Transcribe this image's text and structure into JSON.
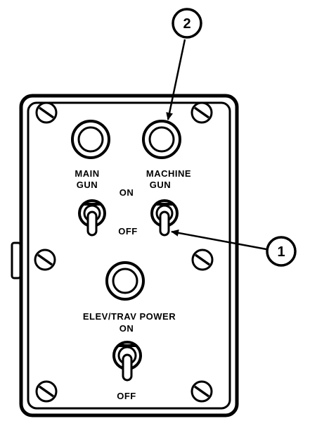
{
  "labels": {
    "main_gun": [
      "MAIN",
      "GUN"
    ],
    "machine_gun": [
      "MACHINE",
      "GUN"
    ],
    "on_top": "ON",
    "off_top": "OFF",
    "elev_trav": "ELEV/TRAV POWER",
    "on_bottom": "ON",
    "off_bottom": "OFF"
  },
  "callouts": [
    "1",
    "2"
  ]
}
